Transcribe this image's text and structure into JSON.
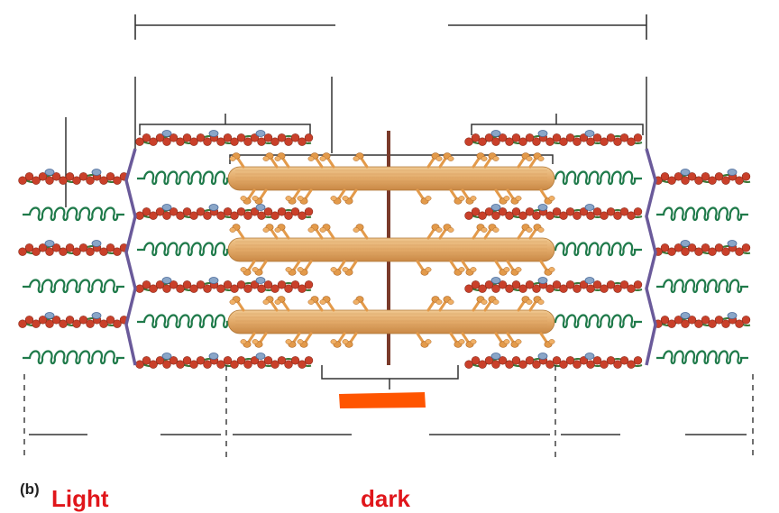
{
  "figure": {
    "panel_label": "(b)",
    "labels": {
      "light": "Light",
      "dark": "dark"
    }
  },
  "colors": {
    "actin_bead": "#c9402a",
    "actin_strand": "#3a7a3a",
    "troponin": "#8aa6c8",
    "titin": "#1f7a4a",
    "myosin": "#e2a968",
    "myosin_head": "#e39a4a",
    "z_disc": "#6a5a9a",
    "m_line": "#7a3a2a",
    "leader": "#333333",
    "marker": "#ff5500",
    "label_text": "#e0161b"
  }
}
